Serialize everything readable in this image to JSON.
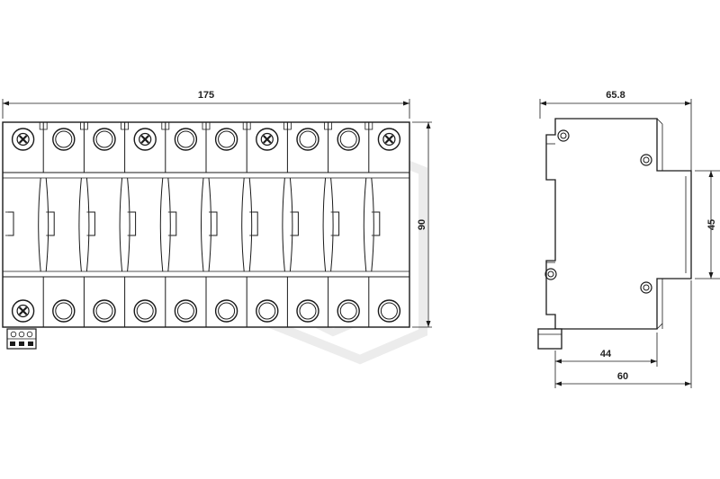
{
  "front_view": {
    "width_dim": "175",
    "height_dim": "90",
    "module_count": 10,
    "top_terminals": [
      "cross",
      "ring",
      "ring",
      "cross",
      "ring",
      "ring",
      "cross",
      "ring",
      "ring",
      "cross"
    ],
    "bottom_terminals": [
      "cross",
      "ring",
      "ring",
      "ring",
      "ring",
      "ring",
      "ring",
      "ring",
      "ring",
      "ring"
    ]
  },
  "side_view": {
    "width_dim": "65.8",
    "front_height_dim": "45",
    "rail_depth_dim": "44",
    "base_depth_dim": "60"
  },
  "colors": {
    "line": "#1a1a1a",
    "watermark": "#cccccc"
  }
}
